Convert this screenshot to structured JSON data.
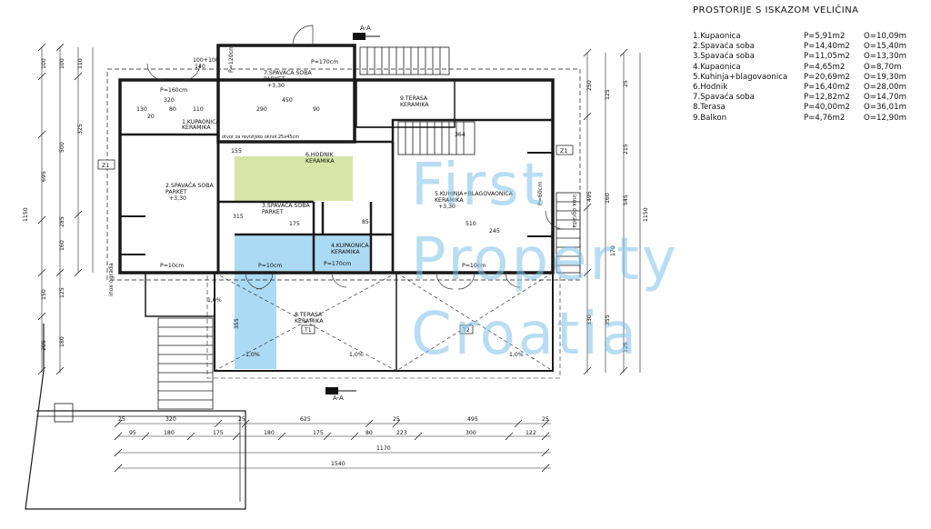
{
  "legend": {
    "title": "PROSTORIJE S ISKAZOM VELIČINA",
    "rooms": [
      {
        "name": "1.Kupaonica",
        "area": "P=5,91m2",
        "perimeter": "O=10,09m"
      },
      {
        "name": "2.Spavaća soba",
        "area": "P=14,40m2",
        "perimeter": "O=15,40m"
      },
      {
        "name": "3.Spavaća soba",
        "area": "P=11,05m2",
        "perimeter": "O=13,30m"
      },
      {
        "name": "4.Kupaonica",
        "area": "P=4,65m2",
        "perimeter": "O=8,70m"
      },
      {
        "name": "5.Kuhinja+blagovaonica",
        "area": "P=20,69m2",
        "perimeter": "O=19,30m"
      },
      {
        "name": "6.Hodnik",
        "area": "P=16,40m2",
        "perimeter": "O=28,00m"
      },
      {
        "name": "7.Spavaća soba",
        "area": "P=12,82m2",
        "perimeter": "O=14,70m"
      },
      {
        "name": "8.Terasa",
        "area": "P=40,00m2",
        "perimeter": "O=36,01m"
      },
      {
        "name": "9.Balkon",
        "area": "P=4,76m2",
        "perimeter": "O=12,90m"
      }
    ]
  },
  "watermark": {
    "line1": "First",
    "line2": "Property",
    "line3": "Croatia"
  },
  "plan": {
    "section_top": "A-A",
    "section_bottom": "A-A",
    "room_labels": {
      "r7_name": "7.SPAVAĆA SOBA",
      "r7_floor": "PARKET",
      "r7_h": "+3,30",
      "r9_name": "9.TERASA",
      "r9_floor": "KERAMIKA",
      "r1_name": "1.KUPAONICA",
      "r1_floor": "KERAMIKA",
      "r6_name": "6.HODNIK",
      "r6_floor": "KERAMIKA",
      "r2_name": "2.SPAVAĆA SOBA",
      "r2_floor": "PARKET",
      "r2_h": "+3,30",
      "r3_name": "3.SPAVAĆA SOBA",
      "r3_floor": "PARKET",
      "r5_name": "5.KUHINJA+BLAGOVAONICA",
      "r5_floor": "KERAMIKA",
      "r5_h": "+3,30",
      "r4_name": "4.KUPAONICA",
      "r4_floor": "KERAMIKA",
      "r8_name": "8.TERASA",
      "r8_floor": "KERAMIKA"
    },
    "notes": {
      "p170_top": "P=170cm",
      "p160": "P=160cm",
      "p10_left": "P=10cm",
      "p10_mid": "P=10cm",
      "p170_mid": "P=170cm",
      "p10_right": "P=10cm",
      "p60": "P=60cm",
      "p120": "P=120cm",
      "otvor": "otvor za revizijsko oknol.25x45cm",
      "box_tl": "100+100",
      "box_tl2": "140",
      "slope_1": "1,0%",
      "slope_2": "1,0%",
      "slope_3": "1,0%",
      "slope_4": "1,0%",
      "tag_z1_left": "Z1",
      "tag_z1_right": "Z1",
      "tag_t1": "T1",
      "tag_t2": "T2",
      "fence_left": "inox ograda",
      "fence_right": "inox ograda"
    },
    "dims_top": {
      "d320": "320",
      "d450": "450",
      "d290": "290",
      "d110": "110",
      "d80": "80",
      "d90": "90",
      "d130": "130",
      "d20": "20",
      "d155": "155",
      "d510": "510",
      "d364": "364",
      "d175": "175",
      "d245": "245",
      "d315": "315",
      "d85": "85"
    },
    "dims_left": {
      "d100a": "100",
      "d100b": "100",
      "d110": "110",
      "d325": "325",
      "d500": "500",
      "d695": "695",
      "d285": "285",
      "d1150": "1150",
      "d160": "160",
      "d125": "125",
      "d150": "150",
      "d205": "205",
      "d180": "180",
      "d355": "355"
    },
    "dims_right": {
      "d250": "250",
      "d125": "125",
      "d215": "215",
      "d160": "160",
      "d495": "495",
      "d545": "545",
      "d1150": "1150",
      "d170": "170",
      "d330": "330",
      "d355": "355",
      "d125b": "125",
      "d25": "25"
    },
    "dims_bottom": {
      "r1": [
        "25",
        "320",
        "25",
        "625",
        "25",
        "495",
        "25"
      ],
      "r2": [
        "95",
        "180",
        "175",
        "180",
        "175",
        "80",
        "223",
        "300",
        "122"
      ],
      "r3": "1170",
      "r4": "1540"
    }
  }
}
